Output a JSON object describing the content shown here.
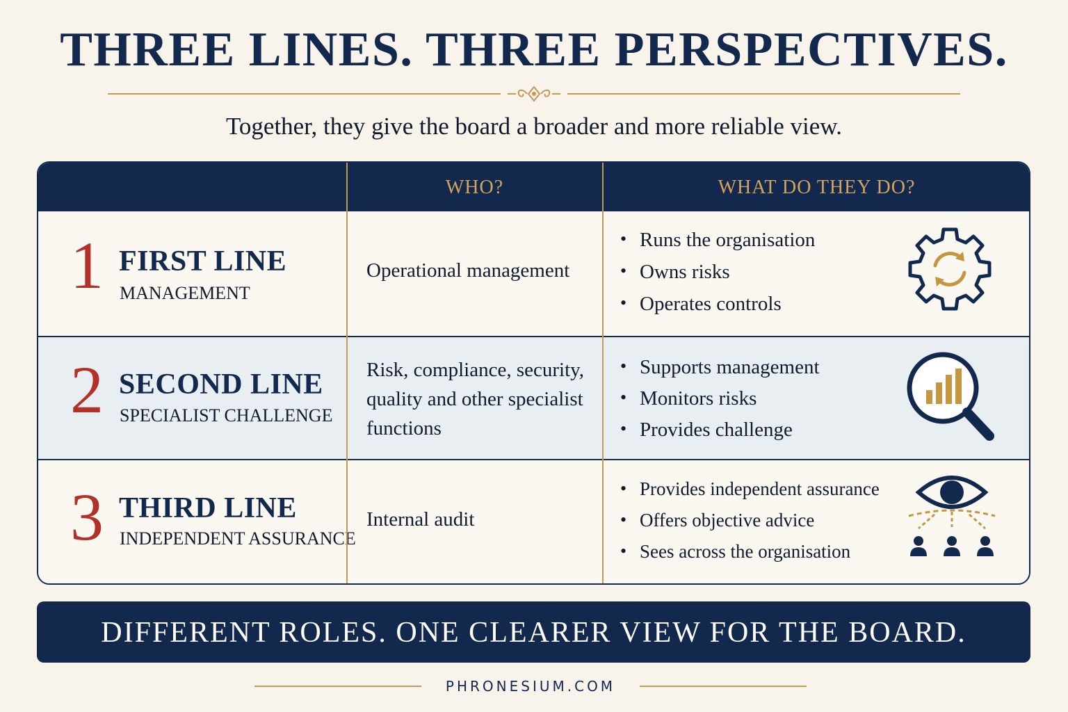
{
  "title": "THREE LINES. THREE PERSPECTIVES.",
  "subtitle": "Together, they give the board a broader and more reliable view.",
  "table": {
    "headers": {
      "blank": "",
      "who": "WHO?",
      "what": "WHAT DO THEY DO?"
    },
    "rows": [
      {
        "number": "1",
        "title": "FIRST LINE",
        "subtitle": "MANAGEMENT",
        "who": "Operational management",
        "bullets": [
          "Runs the organisation",
          "Owns risks",
          "Operates controls"
        ],
        "icon": "gear-cycle-icon"
      },
      {
        "number": "2",
        "title": "SECOND LINE",
        "subtitle": "SPECIALIST CHALLENGE",
        "who": "Risk, compliance, security, quality and other specialist functions",
        "bullets": [
          "Supports management",
          "Monitors risks",
          "Provides challenge"
        ],
        "icon": "magnifier-chart-icon"
      },
      {
        "number": "3",
        "title": "THIRD LINE",
        "subtitle": "INDEPENDENT ASSURANCE",
        "who": "Internal audit",
        "bullets": [
          "Provides independent assurance",
          "Offers objective advice",
          "Sees across the organisation"
        ],
        "icon": "eye-people-icon"
      }
    ]
  },
  "footer": "DIFFERENT ROLES. ONE CLEARER VIEW FOR THE BOARD.",
  "website": "PHRONESIUM.COM",
  "colors": {
    "navy": "#13284d",
    "gold": "#c39a55",
    "red": "#b2322a",
    "cream": "#f8f4ec"
  }
}
